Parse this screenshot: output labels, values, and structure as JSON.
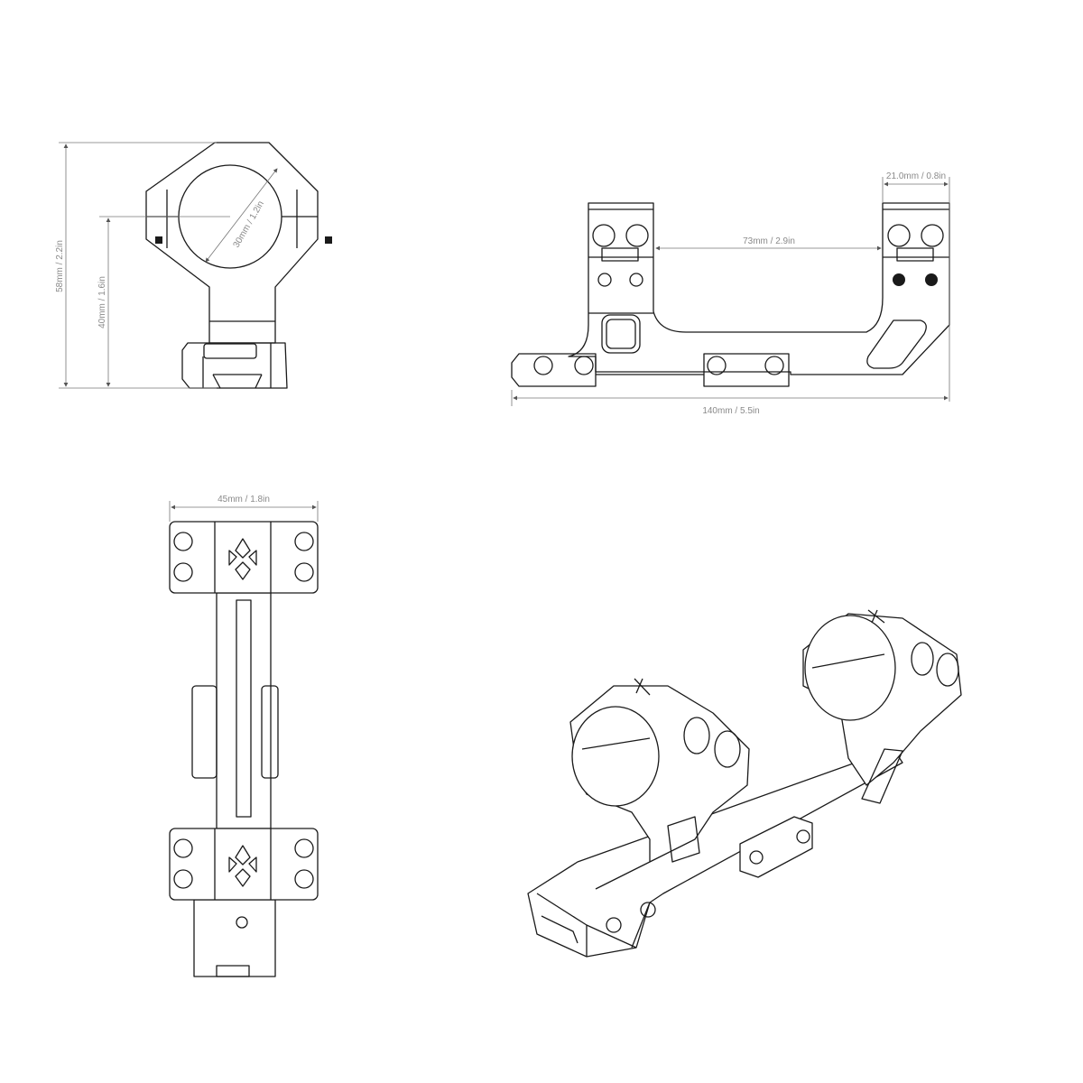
{
  "dimensions": {
    "total_height": "58mm / 2.2in",
    "center_height": "40mm / 1.6in",
    "ring_diameter": "30mm / 1.2in",
    "ring_width": "21.0mm / 0.8in",
    "ring_spacing": "73mm / 2.9in",
    "total_length": "140mm / 5.5in",
    "total_width": "45mm / 1.8in"
  },
  "colors": {
    "line": "#1a1a1a",
    "dimension": "#8a8a8a"
  }
}
